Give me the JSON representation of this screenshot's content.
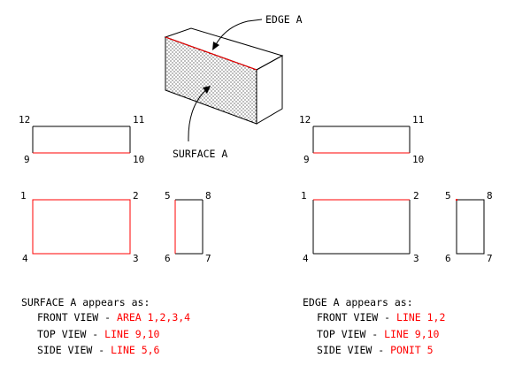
{
  "colors": {
    "ink": "#000000",
    "highlight": "#ff0000"
  },
  "callouts": {
    "edge": "EDGE A",
    "surface": "SURFACE A"
  },
  "views": {
    "left": {
      "top_corners": [
        "12",
        "11",
        "9",
        "10"
      ],
      "front_corners": [
        "1",
        "2",
        "4",
        "3"
      ],
      "side_corners": [
        "5",
        "8",
        "6",
        "7"
      ]
    },
    "right": {
      "top_corners": [
        "12",
        "11",
        "9",
        "10"
      ],
      "front_corners": [
        "1",
        "2",
        "4",
        "3"
      ],
      "side_corners": [
        "5",
        "8",
        "6",
        "7"
      ]
    }
  },
  "notes": {
    "left": {
      "heading": "SURFACE A appears as:",
      "lines": [
        {
          "label": "FRONT VIEW - ",
          "value": "AREA 1,2,3,4"
        },
        {
          "label": "TOP VIEW - ",
          "value": "LINE 9,10"
        },
        {
          "label": "SIDE VIEW - ",
          "value": "LINE 5,6"
        }
      ]
    },
    "right": {
      "heading": "EDGE A appears as:",
      "lines": [
        {
          "label": "FRONT VIEW - ",
          "value": "LINE 1,2"
        },
        {
          "label": "TOP VIEW - ",
          "value": "LINE 9,10"
        },
        {
          "label": "SIDE VIEW - ",
          "value": "PONIT 5"
        }
      ]
    }
  }
}
